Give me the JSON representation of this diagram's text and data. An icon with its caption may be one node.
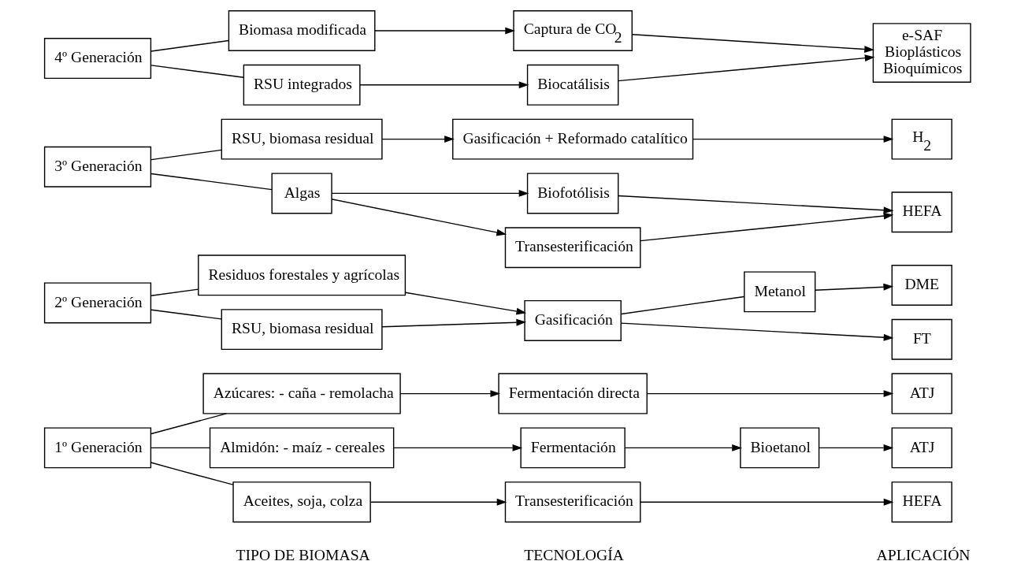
{
  "diagram": {
    "nodes": [
      {
        "text": [
          "1º Generación"
        ]
      },
      {
        "text": [
          "Azúcares: - caña - remolacha"
        ]
      },
      {
        "text": [
          "Almidón: - maíz - cereales"
        ]
      },
      {
        "text": [
          "Aceites, soja, colza"
        ]
      },
      {
        "text": [
          "2º Generación"
        ]
      },
      {
        "text": [
          "Residuos forestales y agrícolas"
        ]
      },
      {
        "text": [
          "RSU, biomasa residual"
        ]
      },
      {
        "text": [
          "3º Generación"
        ]
      },
      {
        "text": [
          "RSU, biomasa residual"
        ]
      },
      {
        "text": [
          "Algas"
        ]
      },
      {
        "text": [
          "4º Generación"
        ]
      },
      {
        "text": [
          "Biomasa modificada"
        ]
      },
      {
        "text": [
          "RSU integrados"
        ]
      },
      {
        "text": [
          "Fermentación directa"
        ]
      },
      {
        "text": [
          "Fermentación"
        ]
      },
      {
        "text": [
          "Bioetanol"
        ]
      },
      {
        "text": [
          "Transesterificación"
        ]
      },
      {
        "text": [
          "Gasificación"
        ]
      },
      {
        "text": [
          "Metanol"
        ]
      },
      {
        "text": [
          "Gasificación + Reformado catalítico"
        ]
      },
      {
        "text": [
          "Biofotólisis"
        ]
      },
      {
        "text": [
          "Transesterificación"
        ]
      },
      {
        "text": [
          "Captura de CO$_{2}$"
        ]
      },
      {
        "text": [
          "Biocatálisis"
        ]
      },
      {
        "text": [
          "ATJ"
        ]
      },
      {
        "text": [
          "ATJ"
        ]
      },
      {
        "text": [
          "HEFA"
        ]
      },
      {
        "text": [
          "FT"
        ]
      },
      {
        "text": [
          "DME"
        ]
      },
      {
        "text": [
          "H$_{2}$"
        ]
      },
      {
        "text": [
          "HEFA"
        ]
      },
      {
        "text": [
          "e-SAF",
          "Bioplásticos",
          "Bioquímicos"
        ]
      }
    ],
    "edges": [
      {
        "from": 0,
        "to": 1,
        "arrow": "none"
      },
      {
        "from": 0,
        "to": 2,
        "arrow": "none"
      },
      {
        "from": 0,
        "to": 3,
        "arrow": "none"
      },
      {
        "from": 4,
        "to": 5,
        "arrow": "none"
      },
      {
        "from": 4,
        "to": 6,
        "arrow": "none"
      },
      {
        "from": 7,
        "to": 8,
        "arrow": "none"
      },
      {
        "from": 7,
        "to": 9,
        "arrow": "none"
      },
      {
        "from": 10,
        "to": 11,
        "arrow": "none"
      },
      {
        "from": 10,
        "to": 12,
        "arrow": "none"
      },
      {
        "from": 1,
        "to": 13,
        "arrow": "to"
      },
      {
        "from": 13,
        "to": 24,
        "arrow": "to"
      },
      {
        "from": 2,
        "to": 14,
        "arrow": "to"
      },
      {
        "from": 14,
        "to": 15,
        "arrow": "to"
      },
      {
        "from": 15,
        "to": 25,
        "arrow": "to"
      },
      {
        "from": 3,
        "to": 16,
        "arrow": "to"
      },
      {
        "from": 16,
        "to": 26,
        "arrow": "to"
      },
      {
        "from": 5,
        "to": 17,
        "arrow": "to"
      },
      {
        "from": 6,
        "to": 17,
        "arrow": "to"
      },
      {
        "from": 17,
        "to": 27,
        "arrow": "to"
      },
      {
        "from": 17,
        "to": 18,
        "arrow": "none"
      },
      {
        "from": 18,
        "to": 28,
        "arrow": "to"
      },
      {
        "from": 8,
        "to": 19,
        "arrow": "to"
      },
      {
        "from": 19,
        "to": 29,
        "arrow": "to"
      },
      {
        "from": 9,
        "to": 20,
        "arrow": "to"
      },
      {
        "from": 9,
        "to": 21,
        "arrow": "to"
      },
      {
        "from": 20,
        "to": 30,
        "arrow": "to"
      },
      {
        "from": 21,
        "to": 30,
        "arrow": "to"
      },
      {
        "from": 11,
        "to": 22,
        "arrow": "to"
      },
      {
        "from": 12,
        "to": 23,
        "arrow": "to"
      },
      {
        "from": 22,
        "to": 31,
        "arrow": "to"
      },
      {
        "from": 23,
        "to": 31,
        "arrow": "to"
      }
    ],
    "labels": [
      "TIPO DE BIOMASA",
      "TECNOLOGÍA",
      "APLICACIÓN"
    ]
  }
}
